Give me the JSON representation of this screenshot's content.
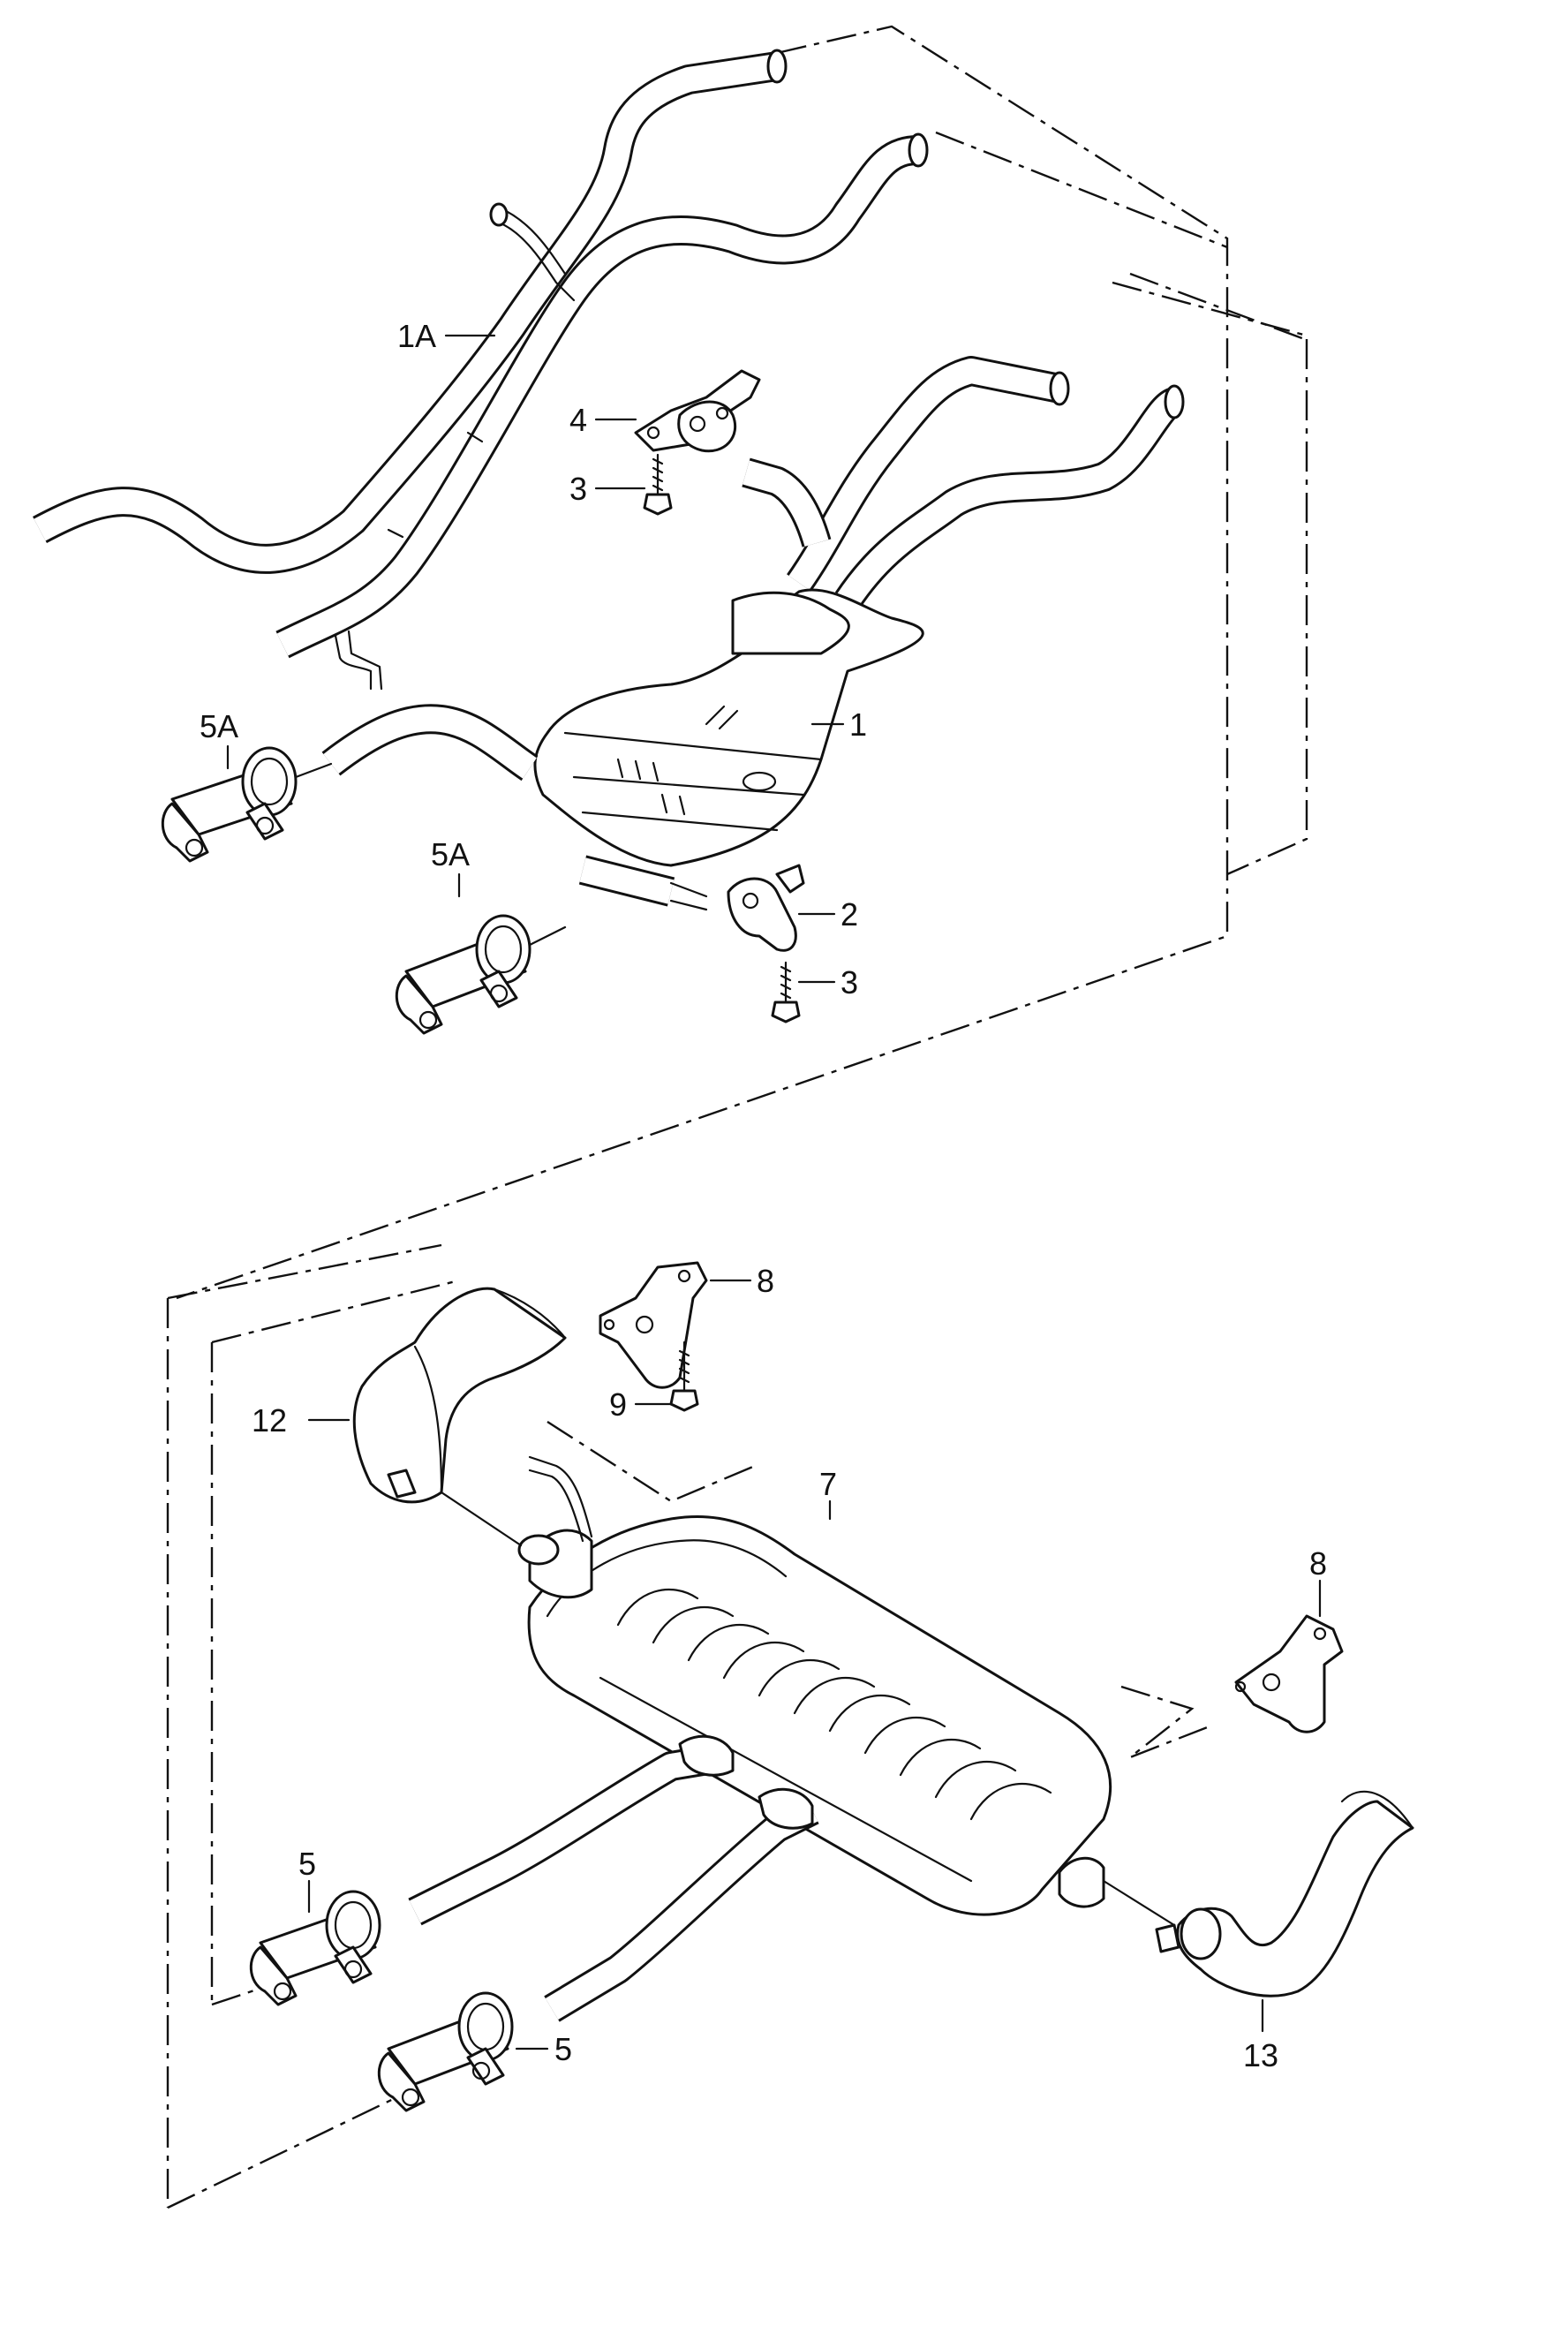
{
  "diagram": {
    "type": "exploded-parts-diagram",
    "callouts": {
      "c1": "1",
      "c1A": "1A",
      "c2": "2",
      "c3a": "3",
      "c3b": "3",
      "c4": "4",
      "c5Aa": "5A",
      "c5Ab": "5A",
      "c5a": "5",
      "c5b": "5",
      "c7": "7",
      "c8a": "8",
      "c8b": "8",
      "c9": "9",
      "c12": "12",
      "c13": "13"
    }
  }
}
